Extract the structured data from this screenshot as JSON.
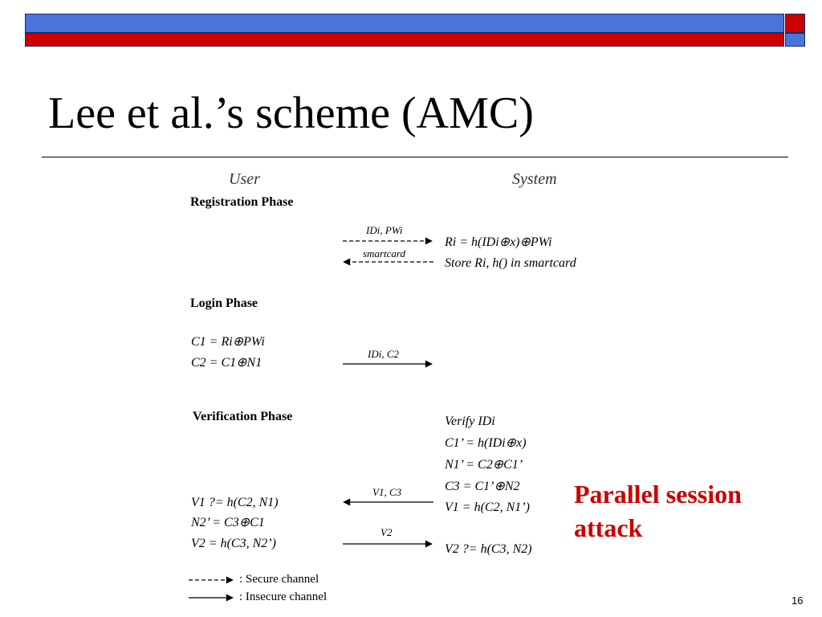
{
  "slide": {
    "title": "Lee et al.’s scheme (AMC)",
    "page_number": "16",
    "highlight": [
      "Parallel session",
      "attack"
    ],
    "colors": {
      "band_blue": "#4a74dc",
      "band_red": "#cc0000",
      "highlight": "#cc0000"
    }
  },
  "diagram": {
    "headers": {
      "user": "User",
      "system": "System"
    },
    "registration": {
      "heading": "Registration Phase",
      "msg_to_system": "IDi, PWi",
      "msg_to_user": "smartcard",
      "system_lines": [
        "Ri = h(IDi⊕x)⊕PWi",
        "Store Ri, h() in smartcard"
      ]
    },
    "login": {
      "heading": "Login Phase",
      "user_lines": [
        "C1 = Ri⊕PWi",
        "C2 = C1⊕N1"
      ],
      "msg_to_system": "IDi, C2"
    },
    "verification": {
      "heading": "Verification Phase",
      "system_lines": [
        "Verify IDi",
        "C1’ = h(IDi⊕x)",
        "N1’ = C2⊕C1’",
        "C3 = C1’⊕N2",
        "V1 = h(C2, N1’)",
        "V2 ?= h(C3, N2)"
      ],
      "user_lines": [
        "V1 ?= h(C2, N1)",
        "N2’ = C3⊕C1",
        "V2 = h(C3, N2’)"
      ],
      "msg_to_user": "V1, C3",
      "msg_to_system": "V2"
    },
    "legend": [
      ": Secure channel",
      ": Insecure channel"
    ]
  }
}
